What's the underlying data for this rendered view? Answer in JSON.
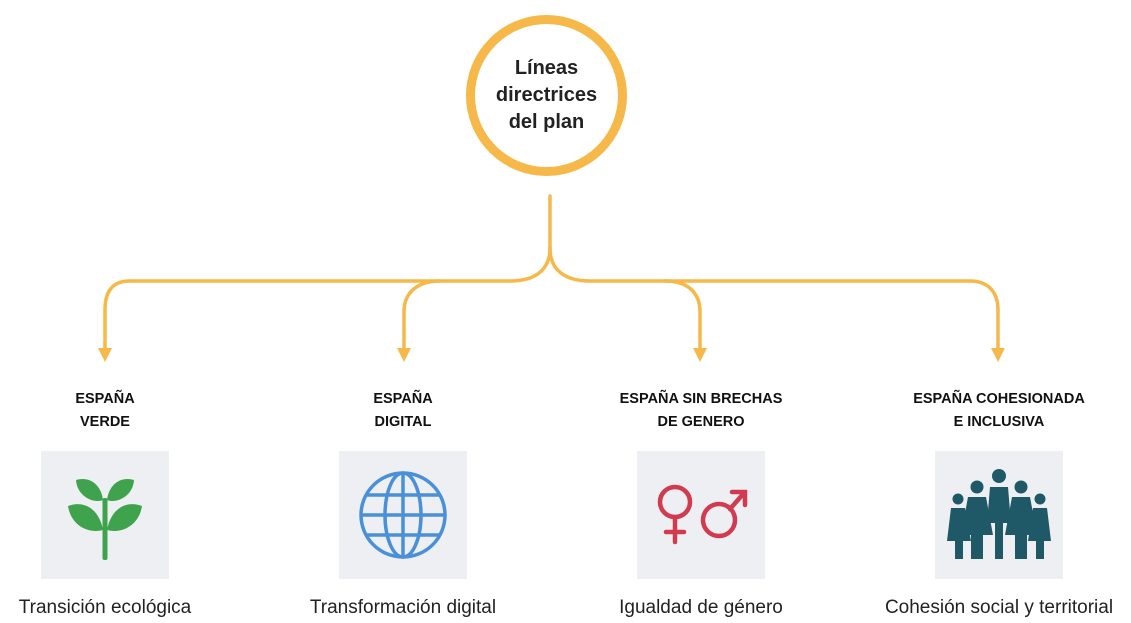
{
  "hub": {
    "title": "Líneas directrices del plan"
  },
  "colors": {
    "accent": "#f6b849",
    "plant_green": "#3fa34d",
    "globe_blue": "#4a90d9",
    "gender_red": "#d23b4f",
    "people_teal": "#1f5866",
    "tile_background": "#edeff2"
  },
  "pillars": [
    {
      "heading_line1": "ESPAÑA",
      "heading_line2": "VERDE",
      "caption": "Transición ecológica",
      "icon": "plant-sprout-icon"
    },
    {
      "heading_line1": "ESPAÑA",
      "heading_line2": "DIGITAL",
      "caption": "Transformación digital",
      "icon": "globe-icon"
    },
    {
      "heading_line1": "ESPAÑA SIN BRECHAS",
      "heading_line2": "DE GENERO",
      "caption": "Igualdad de género",
      "icon": "gender-symbols-icon"
    },
    {
      "heading_line1": "ESPAÑA COHESIONADA",
      "heading_line2": "E INCLUSIVA",
      "caption": "Cohesión social y territorial",
      "icon": "people-group-icon"
    }
  ]
}
